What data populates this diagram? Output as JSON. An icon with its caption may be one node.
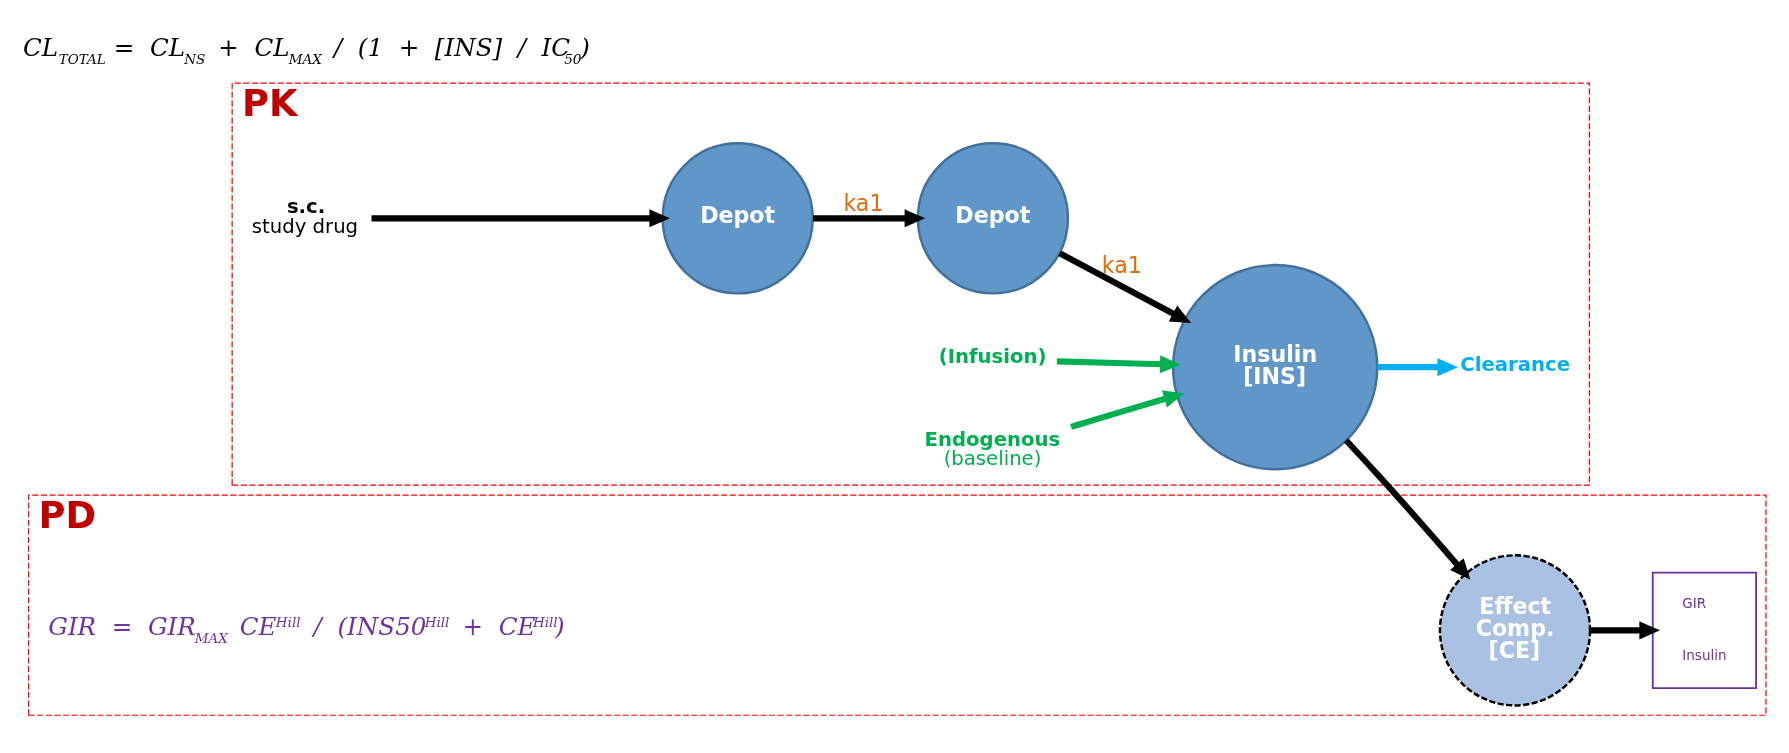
{
  "diagram": {
    "nodes": [
      {
        "text": [
          "PK"
        ]
      },
      {
        "text": [
          "s.c.",
          "study drug"
        ],
        "in": 0
      },
      {
        "text": [
          "Depot"
        ],
        "in": 0
      },
      {
        "text": [
          "Depot"
        ],
        "in": 0
      },
      {
        "text": [
          "Insulin [INS]"
        ],
        "in": 0
      },
      {
        "text": [
          "Clearance"
        ],
        "in": 0
      },
      {
        "text": [
          "(Infusion)"
        ],
        "in": 0
      },
      {
        "text": [
          "Endogenous",
          "(baseline)"
        ],
        "in": 0
      },
      {
        "text": [
          "PD"
        ]
      },
      {
        "text": [
          "Effect Comp. [CE]"
        ],
        "in": 8
      },
      {
        "text": [
          "GIR",
          "Insulin"
        ],
        "in": 8
      }
    ],
    "edges": [
      {
        "from": 1,
        "to": 2,
        "arrow": "to"
      },
      {
        "from": 2,
        "to": 3,
        "arrow": "to",
        "label": "ka1"
      },
      {
        "from": 3,
        "to": 4,
        "arrow": "to",
        "label": "ka1"
      },
      {
        "from": 4,
        "to": 5,
        "arrow": "to",
        "color": "#00b0f0"
      },
      {
        "from": 6,
        "to": 4,
        "arrow": "to",
        "color": "#00b050"
      },
      {
        "from": 7,
        "to": 4,
        "arrow": "to",
        "color": "#00b050"
      },
      {
        "from": 4,
        "to": 9,
        "arrow": "to"
      },
      {
        "from": 9,
        "to": 10,
        "arrow": "to"
      }
    ],
    "labels": [
      "CL$_{TOTAL}$ = CL$_{NS}$ + CL$_{MAX}$ / (1 + [INS] / IC$_{50}$)",
      "GIR = GIR$_{MAX}$ CE$^{Hill}$ / (INS50$^{Hill}$ + CE$^{Hill}$)"
    ]
  }
}
